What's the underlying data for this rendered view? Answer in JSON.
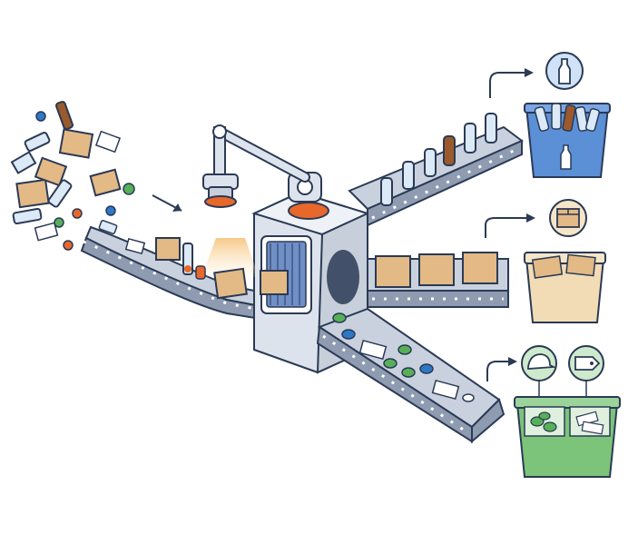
{
  "diagram": {
    "type": "recycling-sorting-line",
    "stages": [
      {
        "id": "input",
        "icon": "mixed-waste-pile-icon"
      },
      {
        "id": "scanner",
        "icon": "robotic-arm-scanner-icon"
      },
      {
        "id": "sorter",
        "icon": "sorting-machine-icon"
      }
    ],
    "outputs": [
      {
        "id": "glass",
        "icon": "bottle-icon",
        "bin_color": "#5b8fd6"
      },
      {
        "id": "cardboard",
        "icon": "box-icon",
        "bin_color": "#f1dcb6"
      },
      {
        "id": "plastic-caps",
        "icon": "cap-icon",
        "bin_color": "#7cc47a"
      },
      {
        "id": "labels",
        "icon": "tag-icon",
        "bin_color": "#7cc47a"
      }
    ]
  },
  "colors": {
    "outline": "#2b3a55",
    "belt": "#c9d1de",
    "belt_side": "#8f9bb0",
    "machine": "#dde3ec",
    "accent_orange": "#e8672b",
    "scanner_light": "#f6c27a",
    "glass": "#dce9f6",
    "amber_glass": "#9a5a2b",
    "cardboard": "#e3b985",
    "cap_green": "#56b057",
    "cap_blue": "#2e78c7",
    "bin_blue": "#5b8fd6",
    "bin_tan": "#f1dcb6",
    "bin_green": "#7cc47a",
    "badge_blue": "#cfe2f7",
    "badge_tan": "#f6e6c8",
    "badge_green": "#cdeacc"
  }
}
